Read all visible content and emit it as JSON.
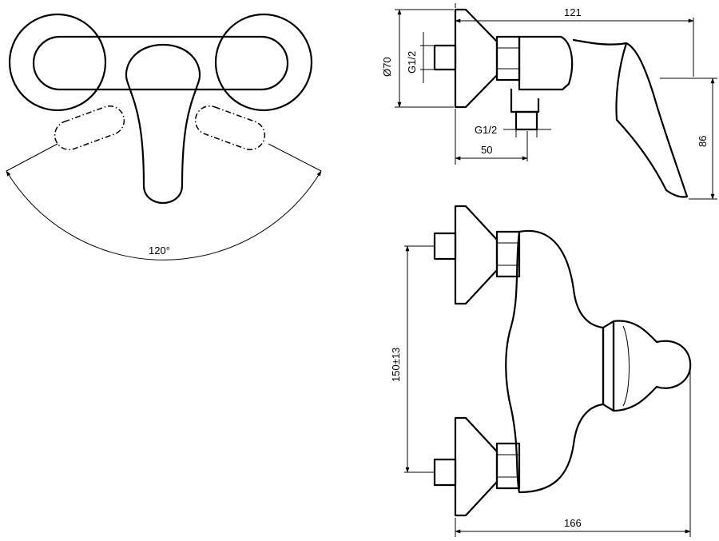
{
  "dimensions": {
    "angle": "120°",
    "total_depth": "121",
    "flange_diameter": "Ø70",
    "inlet_thread": "G1/2",
    "outlet_thread": "G1/2",
    "outlet_offset": "50",
    "handle_height": "86",
    "inlet_spacing": "150±13",
    "total_width": "166"
  },
  "colors": {
    "stroke": "#000000",
    "background": "#ffffff"
  }
}
